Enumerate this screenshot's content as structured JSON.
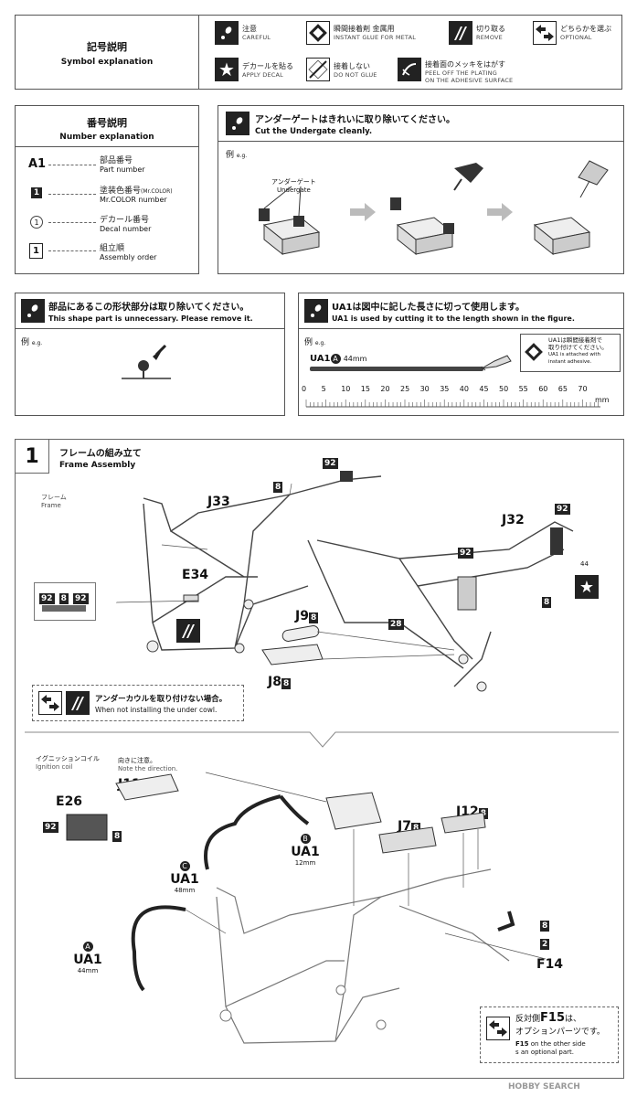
{
  "symbols": {
    "title_jp": "記号説明",
    "title_en": "Symbol explanation",
    "items": [
      {
        "icon": "exclamation-icon",
        "jp": "注意",
        "en": "CAREFUL"
      },
      {
        "icon": "glue-drop-icon",
        "jp": "瞬間接着剤 金属用",
        "en": "INSTANT GLUE FOR METAL"
      },
      {
        "icon": "cut-icon",
        "jp": "切り取る",
        "en": "REMOVE"
      },
      {
        "icon": "arrows-option-icon",
        "jp": "どちらかを選ぶ",
        "en": "OPTIONAL"
      },
      {
        "icon": "star-icon",
        "jp": "デカールを貼る",
        "en": "APPLY DECAL"
      },
      {
        "icon": "no-glue-icon",
        "jp": "接着しない",
        "en": "DO NOT GLUE"
      },
      {
        "icon": "peel-plating-icon",
        "jp": "接着面のメッキをはがす",
        "en": "PEEL OFF THE PLATING",
        "en2": "ON THE ADHESIVE SURFACE"
      }
    ]
  },
  "numbers": {
    "title_jp": "番号説明",
    "title_en": "Number explanation",
    "items": [
      {
        "key": "A1",
        "jp": "部品番号",
        "en": "Part number"
      },
      {
        "key": "1",
        "jp": "塗装色番号",
        "jp_suffix": "(Mr.COLOR)",
        "en": "Mr.COLOR number"
      },
      {
        "key": "1",
        "jp": "デカール番号",
        "en": "Decal number"
      },
      {
        "key": "1",
        "jp": "組立順",
        "en": "Assembly order"
      }
    ]
  },
  "undergate": {
    "title_jp": "アンダーゲートはきれいに取り除いてください。",
    "title_en": "Cut the Undergate cleanly.",
    "eg_jp": "例",
    "eg_en": "e.g.",
    "label_jp": "アンダーゲート",
    "label_en": "Undergate"
  },
  "shape": {
    "title_jp": "部品にあるこの形状部分は取り除いてください。",
    "title_en": "This shape part is unnecessary. Please remove it.",
    "eg_jp": "例",
    "eg_en": "e.g."
  },
  "cutlen": {
    "title_jp": "UA1は図中に記した長さに切って使用します。",
    "title_en": "UA1 is used by cutting it to the length shown in the figure.",
    "eg_jp": "例",
    "eg_en": "e.g.",
    "part": "UA1",
    "circle": "A",
    "length": "44mm",
    "note_jp1": "UA1は瞬間接着剤で",
    "note_jp2": "取り付けてください。",
    "note_en1": "UA1 is attached with",
    "note_en2": "instant adhesive.",
    "ruler_labels": [
      "0",
      "5",
      "10",
      "15",
      "20",
      "25",
      "30",
      "35",
      "40",
      "45",
      "50",
      "55",
      "60",
      "65",
      "70"
    ],
    "ruler_unit": "mm"
  },
  "step1": {
    "number": "1",
    "title_jp": "フレームの組み立て",
    "title_en": "Frame Assembly",
    "frame_jp": "フレーム",
    "frame_en": "Frame",
    "parts": {
      "j33": "J33",
      "j32": "J32",
      "e34": "E34",
      "j9": "J9",
      "j8": "J8",
      "c92": "92",
      "c8": "8",
      "c28": "28",
      "decal44": "44"
    },
    "option_jp": "アンダーカウルを取り付けない場合。",
    "option_en": "When not installing the under cowl.",
    "ign_jp": "イグニッションコイル",
    "ign_en": "Ignition coil",
    "dir_jp": "向きに注意。",
    "dir_en": "Note the direction.",
    "j11": "J11",
    "e26": "E26",
    "j7": "J7",
    "j12": "J12",
    "f14": "F14",
    "c2": "2",
    "uaC": {
      "circle": "C",
      "part": "UA1",
      "len": "48mm"
    },
    "uaB": {
      "circle": "B",
      "part": "UA1",
      "len": "12mm"
    },
    "uaA": {
      "circle": "A",
      "part": "UA1",
      "len": "44mm"
    },
    "f15_jp_pre": "反対側",
    "f15_part": "F15",
    "f15_jp_post": "は、",
    "f15_jp2": "オプションパーツです。",
    "f15_en_pre": "F15",
    "f15_en1": " on the other side",
    "f15_en2": "s an optional part."
  },
  "watermark": "HOBBY SEARCH"
}
